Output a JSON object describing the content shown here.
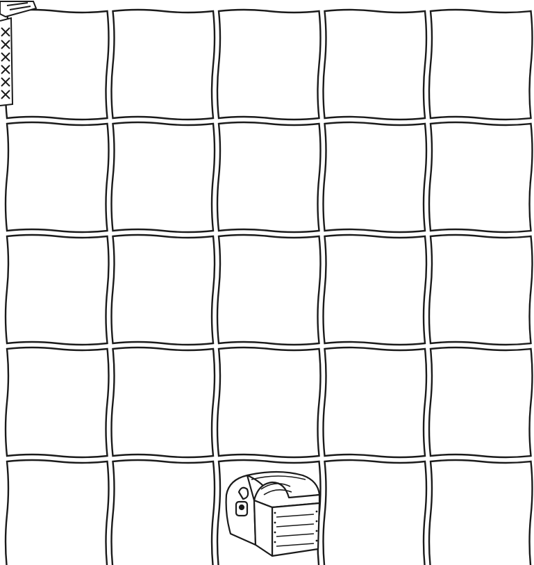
{
  "board": {
    "rows": 5,
    "cols": 5,
    "line_color": "#1a1a1a",
    "tile_fill": "#ffffff"
  },
  "pieces": [
    {
      "name": "treasure-chest",
      "row": 5,
      "col": 3,
      "icon": "treasure-chest-icon"
    },
    {
      "name": "partial-object",
      "row": 1,
      "col": 1,
      "icon": "hatched-object-icon"
    }
  ]
}
